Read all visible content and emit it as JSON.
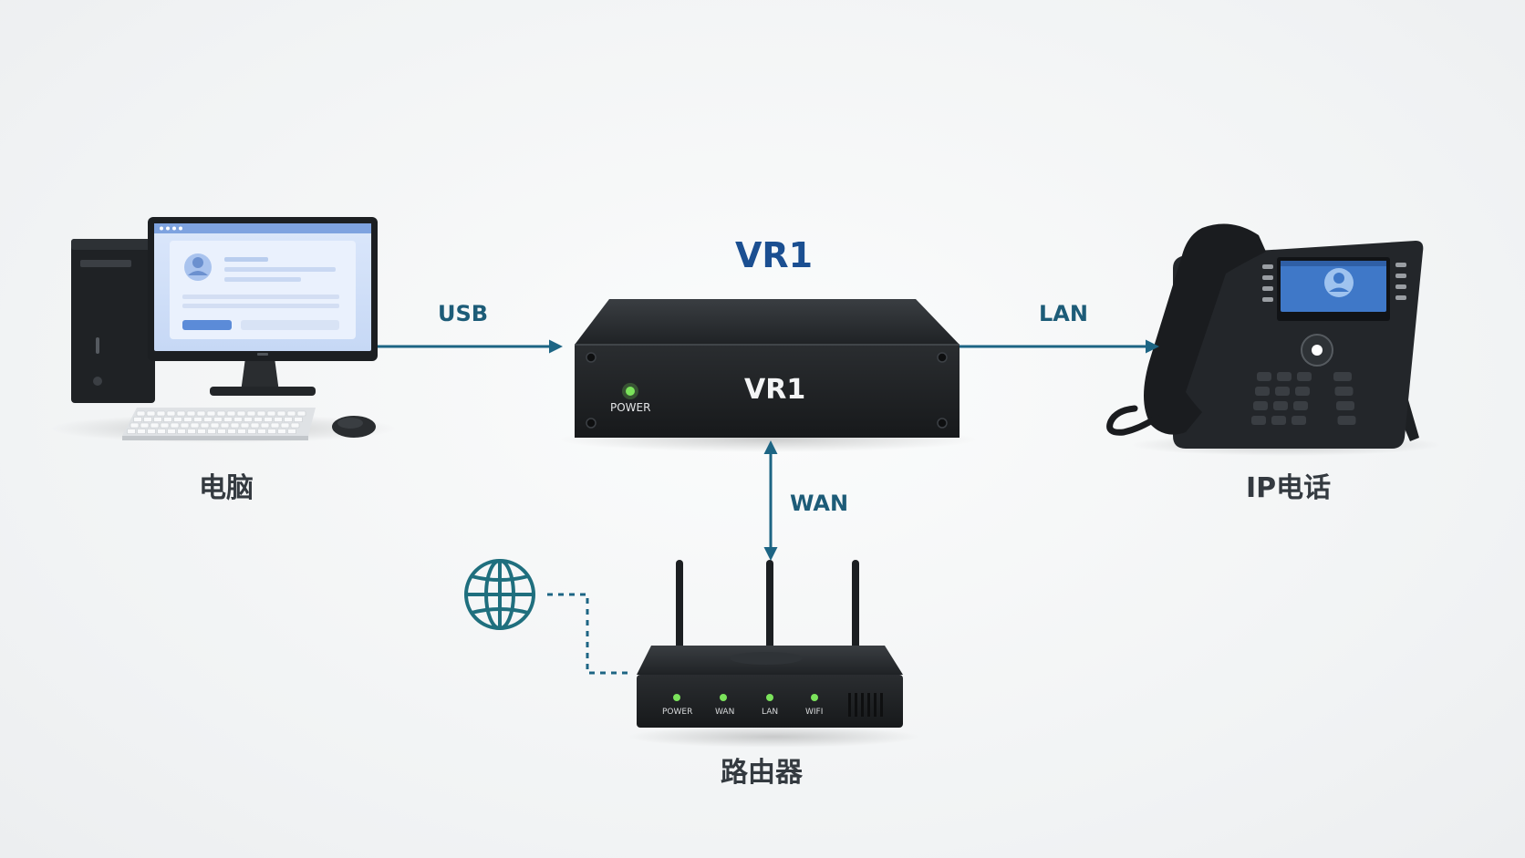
{
  "title": "VR1",
  "nodes": {
    "computer": {
      "label": "电脑"
    },
    "vr1": {
      "label": "VR1",
      "led_label": "POWER"
    },
    "phone": {
      "label": "IP电话"
    },
    "router": {
      "label": "路由器",
      "led_labels": [
        "POWER",
        "WAN",
        "LAN",
        "WIFI"
      ]
    }
  },
  "links": {
    "usb": "USB",
    "lan": "LAN",
    "wan": "WAN"
  },
  "colors": {
    "arrow": "#1d6584",
    "globe": "#1f6f7e",
    "title": "#1b4f91",
    "led": "#7be35b",
    "device": "#202326"
  },
  "icons": {
    "internet": "globe-icon"
  }
}
